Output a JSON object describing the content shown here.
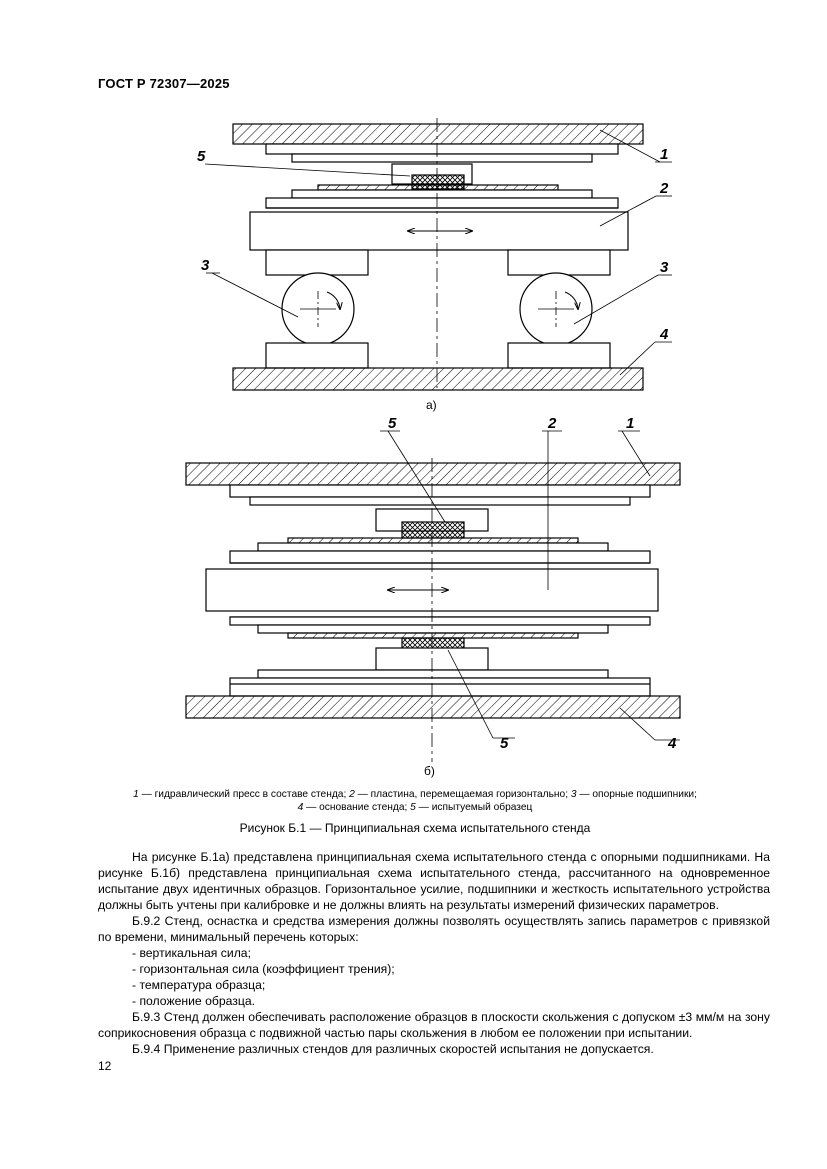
{
  "header": {
    "doc_id": "ГОСТ Р 72307—2025"
  },
  "figure": {
    "labels": {
      "l1": "1",
      "l2": "2",
      "l3": "3",
      "l4": "4",
      "l5": "5"
    },
    "caption_a": "а)",
    "caption_b": "б)",
    "legend": {
      "n1": "1",
      "t1": " — гидравлический пресс в составе стенда; ",
      "n2": "2",
      "t2": " — пластина, перемещаемая горизонтально; ",
      "n3": "3",
      "t3": " — опорные подшипники;",
      "n4": "4",
      "t4": " — основание стенда; ",
      "n5": "5",
      "t5": " — испытуемый образец"
    },
    "title": "Рисунок Б.1 — Принципиальная схема испытательного стенда"
  },
  "text": {
    "p1": "На рисунке Б.1а) представлена принципиальная схема испытательного стенда с опорными подшипниками. На рисунке Б.1б) представлена принципиальная схема испытательного стенда, рассчитанного на одновременное испытание двух идентичных образцов. Горизонтальное усилие, подшипники и жесткость испытательного устройства должны быть учтены при калибровке и не должны влиять на результаты измерений физических параметров.",
    "p2": "Б.9.2 Стенд, оснастка и средства измерения должны позволять осуществлять запись параметров с привязкой по времени, минимальный перечень которых:",
    "li1": "- вертикальная сила;",
    "li2": "- горизонтальная сила (коэффициент трения);",
    "li3": "- температура образца;",
    "li4": "- положение образца.",
    "p3": "Б.9.3 Стенд должен обеспечивать расположение образцов в плоскости скольжения с допуском ±3 мм/м на зону соприкосновения образца с подвижной частью пары скольжения в любом ее положении при испытании.",
    "p4": "Б.9.4 Применение различных стендов для различных скоростей испытания не допускается."
  },
  "page_number": "12"
}
